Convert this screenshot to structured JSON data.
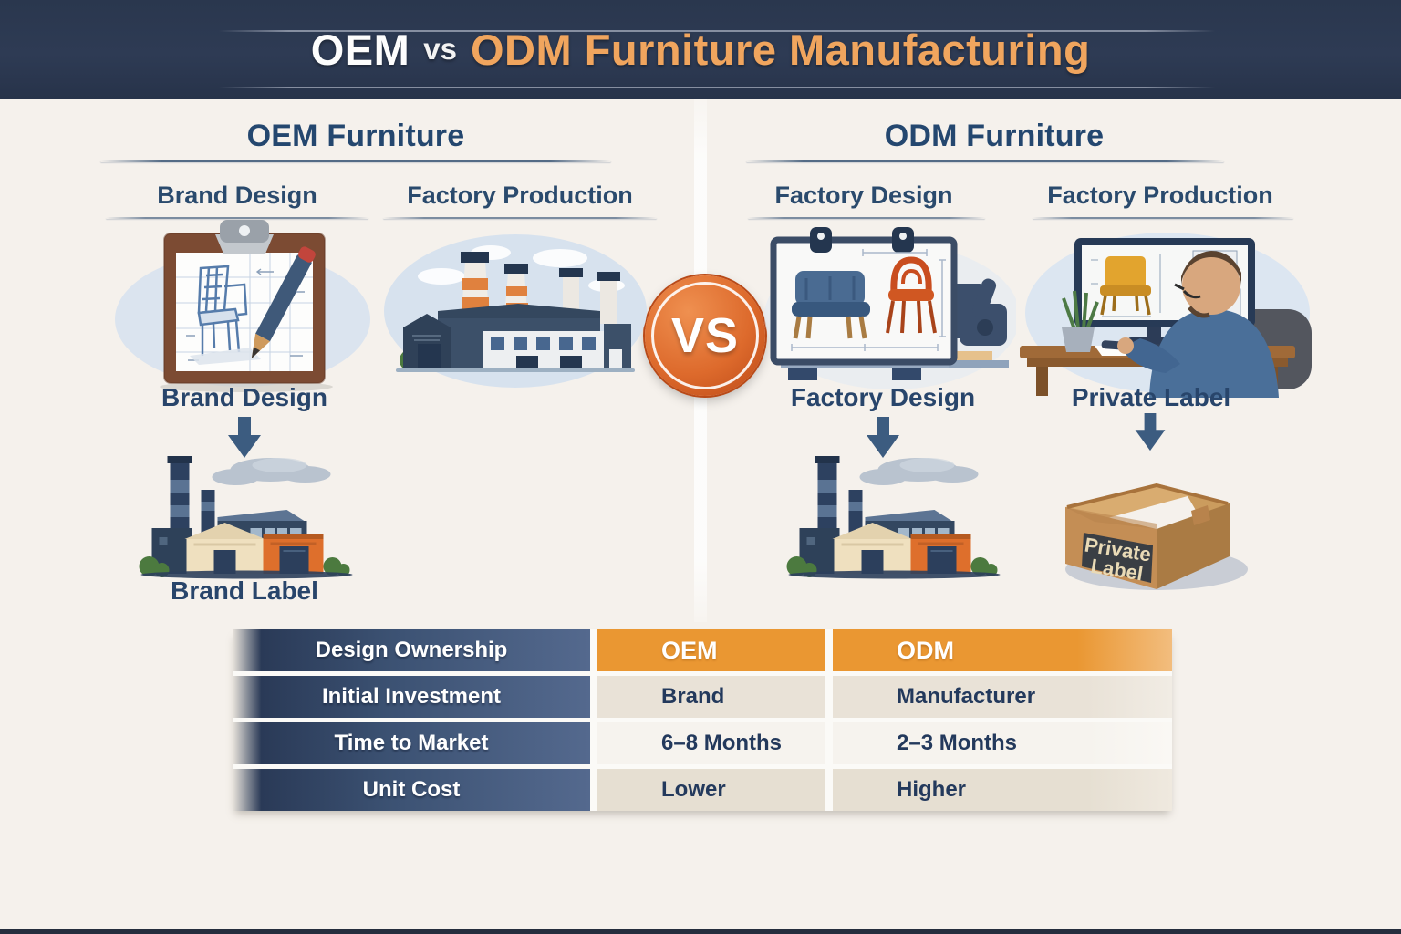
{
  "header": {
    "title_oem": "OEM",
    "title_vs": "vs",
    "title_rest": "ODM Furniture Manufacturing"
  },
  "vs_badge_label": "VS",
  "left_panel": {
    "title": "OEM Furniture",
    "sub_columns": [
      {
        "label": "Brand Design",
        "illustration": "clipboard-blueprint-icon"
      },
      {
        "label": "Factory Production",
        "illustration": "factory-landscape-icon"
      }
    ],
    "flow": {
      "from_label": "Brand Design",
      "illustration": "factory-building-icon",
      "to_label": "Brand Label"
    }
  },
  "right_panel": {
    "title": "ODM Furniture",
    "sub_columns": [
      {
        "label": "Factory Design",
        "illustration": "drafting-board-icon"
      },
      {
        "label": "Factory Production",
        "illustration": "designer-at-desk-icon"
      }
    ],
    "flows": [
      {
        "from_label": "Factory Design",
        "illustration": "factory-building-icon"
      },
      {
        "from_label": "Private Label",
        "illustration": "shipping-box-icon",
        "box_label_lines": [
          "Private",
          "Label"
        ]
      }
    ]
  },
  "table": {
    "header_row": {
      "label": "Design Ownership",
      "oem": "OEM",
      "odm": "ODM"
    },
    "rows": [
      {
        "label": "Initial Investment",
        "oem": "Brand",
        "odm": "Manufacturer"
      },
      {
        "label": "Time to Market",
        "oem": "6–8 Months",
        "odm": "2–3 Months"
      },
      {
        "label": "Unit Cost",
        "oem": "Lower",
        "odm": "Higher"
      }
    ]
  },
  "colors": {
    "background": "#f5f1ec",
    "header_background": "#2d3a52",
    "title_orange": "#f0a55e",
    "heading_navy": "#25476e",
    "arrow_navy": "#3c5c80",
    "table_header_orange": "#ea9732",
    "table_label_gradient_dark": "#2a3a57",
    "table_label_gradient_light": "#54698e",
    "vs_badge_orange": "#dd6a2c"
  }
}
